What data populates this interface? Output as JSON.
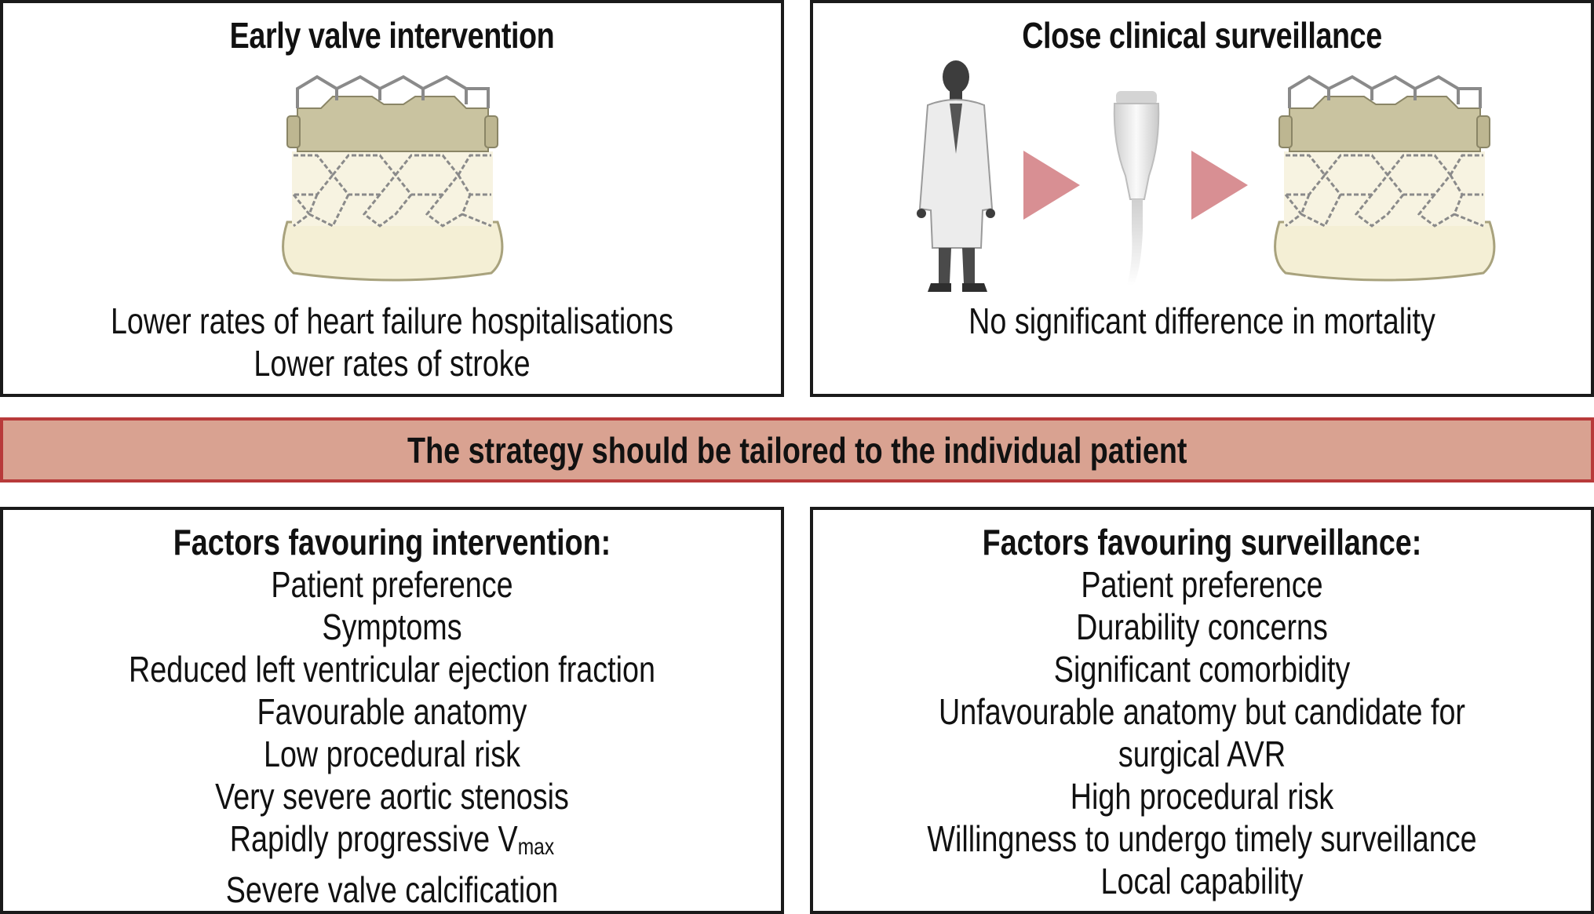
{
  "top_left": {
    "title": "Early valve intervention",
    "outcome_lines": [
      "Lower rates of heart failure hospitalisations",
      "Lower rates of stroke"
    ]
  },
  "top_right": {
    "title": "Close clinical surveillance",
    "outcome_lines": [
      "No significant difference in mortality"
    ]
  },
  "banner": {
    "text": "The strategy should be tailored to the individual patient",
    "fill_color": "#d9a291",
    "border_color": "#b83a3a"
  },
  "bottom_left": {
    "heading": "Factors favouring intervention:",
    "items": [
      "Patient preference",
      "Symptoms",
      "Reduced left ventricular ejection fraction",
      "Favourable anatomy",
      "Low procedural risk",
      "Very severe aortic stenosis"
    ],
    "vmax_item_prefix": "Rapidly progressive V",
    "vmax_item_sub": "max",
    "last_item": "Severe valve calcification"
  },
  "bottom_right": {
    "heading": "Factors favouring surveillance:",
    "items": [
      "Patient preference",
      "Durability concerns",
      "Significant comorbidity",
      "Unfavourable anatomy but candidate for",
      "surgical AVR",
      "High procedural risk",
      "Willingness to undergo timely surveillance",
      "Local capability"
    ]
  },
  "icons": [
    "transcatheter-valve-icon",
    "physician-icon",
    "play-arrow-icon",
    "ultrasound-probe-icon"
  ],
  "colors": {
    "arrow": "#d88f93",
    "valve_skirt": "#c9c3a0",
    "valve_base": "#f4efd5",
    "frame": "#8a8a8a"
  }
}
